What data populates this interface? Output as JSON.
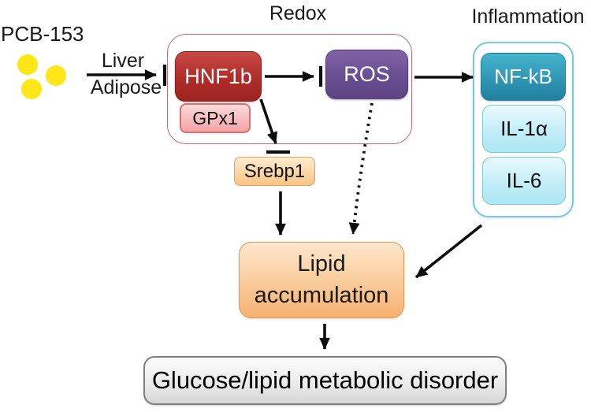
{
  "figure": {
    "type": "signaling-pathway-diagram",
    "labels": {
      "pcb": "PCB-153",
      "liver": "Liver",
      "adipose": "Adipose",
      "redox": "Redox",
      "inflammation": "Inflammation"
    },
    "nodes": {
      "hnf1b": {
        "label": "HNF1b",
        "color": "#b02c28",
        "text_color": "#ffffff"
      },
      "gpx1": {
        "label": "GPx1",
        "color": "#f3a4a8",
        "border_color": "#db6f6d",
        "text_color": "#111111"
      },
      "ros": {
        "label": "ROS",
        "color": "#6a4e92",
        "text_color": "#ffffff"
      },
      "nfkb": {
        "label": "NF-kB",
        "color": "#2e93b2",
        "text_color": "#ffffff"
      },
      "il1a": {
        "label": "IL-1α",
        "color": "#c3edf7",
        "border_color": "#79cade",
        "text_color": "#111111"
      },
      "il6": {
        "label": "IL-6",
        "color": "#c3edf7",
        "border_color": "#79cade",
        "text_color": "#111111"
      },
      "srebp1": {
        "label": "Srebp1",
        "color": "#f9c483",
        "border_color": "#dfa05e",
        "text_color": "#111111"
      },
      "lipid": {
        "label": "Lipid accumulation",
        "color": "#f9cb99",
        "border_color": "#e39a55",
        "text_color": "#1a1a1a"
      },
      "disorder": {
        "label": "Glucose/lipid metabolic disorder",
        "color": "#ececec",
        "border_color": "#818181",
        "text_color": "#000000"
      }
    },
    "groups": {
      "redox": {
        "title": "Redox",
        "border_color": "#c06c75",
        "members": [
          "HNF1b",
          "GPx1",
          "ROS"
        ]
      },
      "inflammation": {
        "title": "Inflammation",
        "border_color": "#7fc6db",
        "members": [
          "NF-kB",
          "IL-1α",
          "IL-6"
        ]
      }
    },
    "molecule_dots": {
      "color": "#ffe619",
      "count": 3
    },
    "edges": [
      {
        "from": "PCB-153",
        "to": "HNF1b",
        "via": "Liver/Adipose",
        "line": "solid",
        "terminal": "arrow+bar"
      },
      {
        "from": "HNF1b",
        "to": "ROS",
        "line": "solid",
        "terminal": "arrow+bar"
      },
      {
        "from": "ROS",
        "to": "NF-kB",
        "line": "solid",
        "terminal": "arrow"
      },
      {
        "from": "HNF1b",
        "to": "Srebp1",
        "line": "solid",
        "terminal": "arrow+bar"
      },
      {
        "from": "Srebp1",
        "to": "Lipid accumulation",
        "line": "solid",
        "terminal": "arrow"
      },
      {
        "from": "ROS",
        "to": "Lipid accumulation",
        "line": "dotted",
        "terminal": "arrow"
      },
      {
        "from": "Inflammation",
        "to": "Lipid accumulation",
        "line": "solid",
        "terminal": "arrow"
      },
      {
        "from": "Lipid accumulation",
        "to": "Glucose/lipid metabolic disorder",
        "line": "solid",
        "terminal": "arrow"
      }
    ]
  }
}
